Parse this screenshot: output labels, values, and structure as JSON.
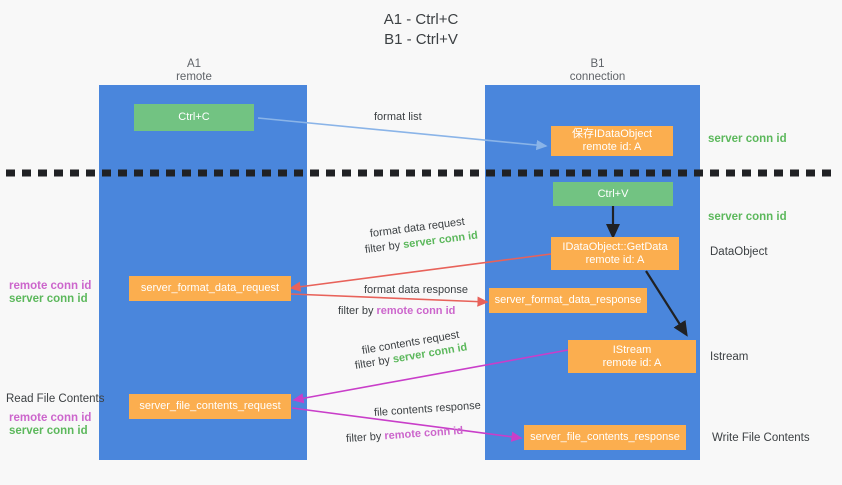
{
  "title": {
    "line1": "A1 - Ctrl+C",
    "line2": "B1 - Ctrl+V"
  },
  "lanes": [
    {
      "name": "A1",
      "sub": "remote",
      "color": "#4a86dc"
    },
    {
      "name": "B1",
      "sub": "connection",
      "color": "#4a86dc"
    }
  ],
  "colors": {
    "lane": "#4a86dc",
    "green_box": "#72c382",
    "orange_box": "#fbae4f",
    "server_conn": "#5cb85c",
    "remote_conn": "#cc66cc",
    "arrow_blue": "#8ab4e8",
    "arrow_red": "#e8625a",
    "arrow_magenta": "#c93ec9",
    "arrow_black": "#202124",
    "dashed_line": "#202124",
    "background": "#f8f8f8"
  },
  "boxes": {
    "ctrl_c": {
      "label": "Ctrl+C",
      "kind": "green"
    },
    "ctrl_v": {
      "label": "Ctrl+V",
      "kind": "green"
    },
    "save_dataobject": {
      "line1": "保存IDataObject",
      "line2": "remote id: A",
      "kind": "orange"
    },
    "getdata": {
      "line1": "IDataObject::GetData",
      "line2": "remote id: A",
      "kind": "orange"
    },
    "istream": {
      "line1": "IStream",
      "line2": "remote id: A",
      "kind": "orange"
    },
    "server_format_data_request": {
      "label": "server_format_data_request",
      "kind": "orange"
    },
    "server_format_data_response": {
      "label": "server_format_data_response",
      "kind": "orange"
    },
    "server_file_contents_request": {
      "label": "server_file_contents_request",
      "kind": "orange"
    },
    "server_file_contents_response": {
      "label": "server_file_contents_response",
      "kind": "orange"
    }
  },
  "captions": {
    "format_list": "format list",
    "format_data_request": "format data request",
    "format_data_request_filter_pre": "filter by ",
    "format_data_request_filter_key": "server conn id",
    "format_data_response": "format data response",
    "format_data_response_filter_pre": "filter by ",
    "format_data_response_filter_key": "remote conn id",
    "file_contents_request": "file contents request",
    "file_contents_request_filter_pre": "filter by ",
    "file_contents_request_filter_key": "server conn id",
    "file_contents_response": "file contents response",
    "file_contents_response_filter_pre": "filter by ",
    "file_contents_response_filter_key": "remote conn id"
  },
  "right_labels": {
    "server_conn_id_top": "server conn id",
    "server_conn_id_mid": "server conn id",
    "dataobject": "DataObject",
    "istream": "Istream",
    "write_file_contents": "Write File Contents"
  },
  "left_labels": {
    "remote_conn_id_1": "remote conn id",
    "server_conn_id_1": "server conn id",
    "read_file_contents": "Read File Contents",
    "remote_conn_id_2": "remote conn id",
    "server_conn_id_2": "server conn id"
  }
}
